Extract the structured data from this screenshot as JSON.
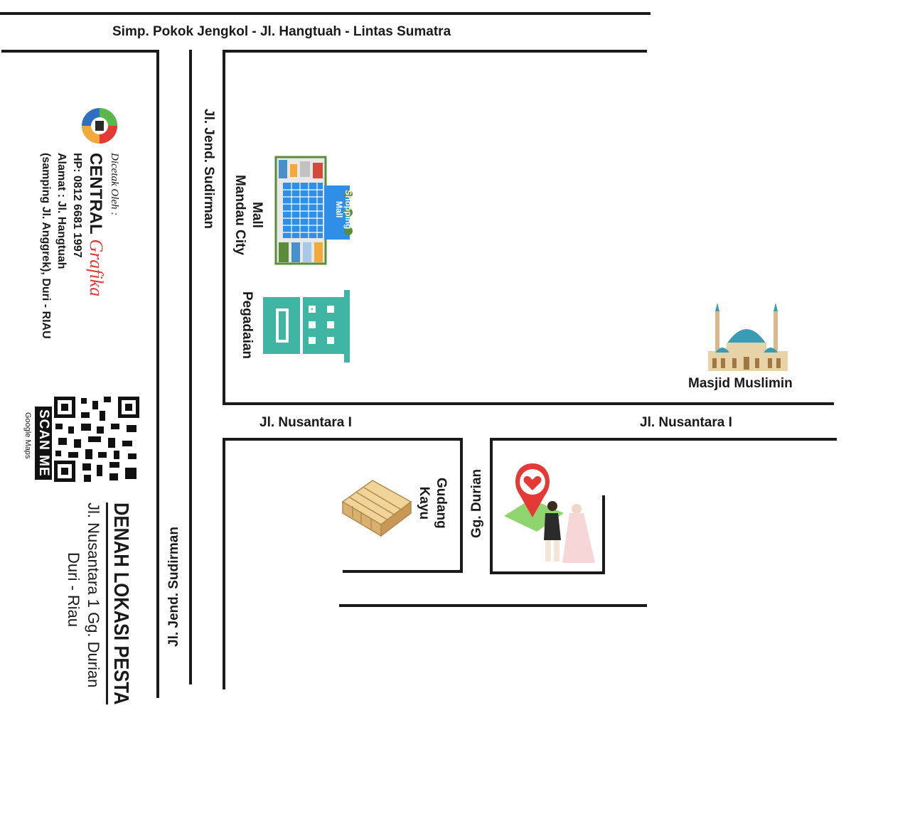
{
  "roads": {
    "top": "Simp. Pokok Jengkol - Jl. Hangtuah - Lintas Sumatra",
    "sudirman_upper": "Jl. Jend. Sudirman",
    "sudirman_lower": "Jl. Jend. Sudirman",
    "nusantara_left": "Jl. Nusantara I",
    "nusantara_right": "Jl. Nusantara I",
    "durian": "Gg. Durian"
  },
  "landmarks": {
    "mall": "Mall\nMandau City",
    "mall_sign": "Shopping\nMall",
    "pegadaian": "Pegadaian",
    "masjid": "Masjid Muslimin",
    "gudang": "Gudang\nKayu"
  },
  "sidebar": {
    "credit": "Dicetak Oleh :",
    "brand_main": "CENTRAL",
    "brand_script": "Grafika",
    "phone": "HP: 0812 6681 1997",
    "address1": "Alamat : Jl. Hangtuah",
    "address2": "(samping Jl. Anggrek), Duri - RIAU",
    "scan": "SCAN ME",
    "scan_sub": "Google Maps",
    "title": "DENAH LOKASI PESTA",
    "subtitle1": "Jl. Nusantara 1 Gg. Durian",
    "subtitle2": "Duri - Riau"
  },
  "colors": {
    "road": "#1a1a1a",
    "pegadaian": "#3fb5a3",
    "mall_blue": "#2e8ee8",
    "mosque_dome": "#3a9bb5",
    "pin": "#e53935"
  }
}
